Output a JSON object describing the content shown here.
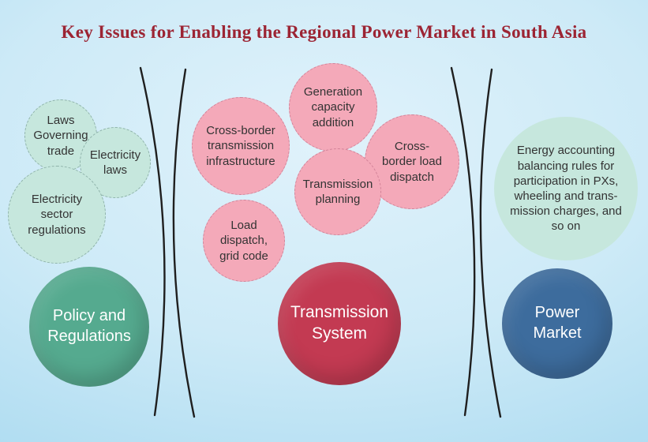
{
  "title": "Key Issues for Enabling the Regional Power Market in South Asia",
  "colors": {
    "title": "#9c2433",
    "divider": "#1f1f1f",
    "teal_light": "#c6e7dd",
    "teal_main": "#55aa8f",
    "pink": "#f4a9b9",
    "crimson": "#c33a52",
    "blue": "#3d6c9d",
    "background_top": "#e0f2fb",
    "background_bottom": "#9bd2ec"
  },
  "sections": [
    {
      "id": "policy-regulations",
      "main_label": "Policy and Regulations",
      "issues": [
        "Laws Governing trade",
        "Electricity laws",
        "Electricity sector regulations"
      ]
    },
    {
      "id": "transmission-system",
      "main_label": "Transmission System",
      "issues": [
        "Cross-border transmission infrastructure",
        "Generation capacity addition",
        "Cross-border load dispatch",
        "Transmission planning",
        "Load dispatch, grid code"
      ]
    },
    {
      "id": "power-market",
      "main_label": "Power Market",
      "issues": [
        "Energy accounting balancing rules for participation in PXs, wheeling and trans- mission charges, and so on"
      ]
    }
  ]
}
